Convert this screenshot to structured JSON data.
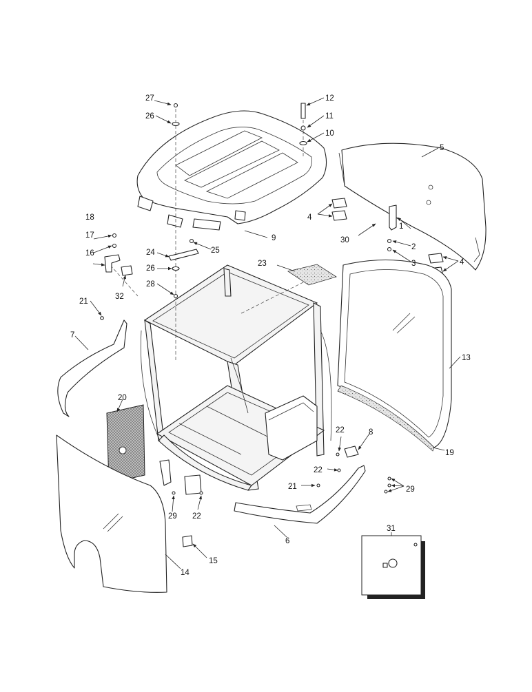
{
  "callouts": [
    "1",
    "2",
    "3",
    "4",
    "4",
    "5",
    "6",
    "7",
    "8",
    "9",
    "10",
    "11",
    "12",
    "13",
    "14",
    "15",
    "16",
    "17",
    "18",
    "19",
    "20",
    "21",
    "21",
    "22",
    "22",
    "22",
    "23",
    "24",
    "25",
    "26",
    "26",
    "27",
    "28",
    "29",
    "29",
    "30",
    "31",
    "32"
  ],
  "colors": {
    "line": "#222222",
    "paper": "#ffffff",
    "frame_fill": "#f4f4f4",
    "screen_fill": "#cfcfcf"
  }
}
